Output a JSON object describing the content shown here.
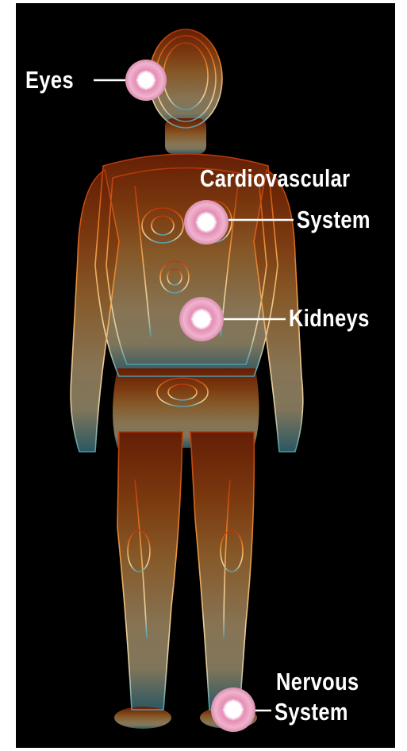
{
  "labels": {
    "eyes": "Eyes",
    "cardiovascular": "Cardiovascular",
    "system_1": "System",
    "kidneys": "Kidneys",
    "nervous": "Nervous",
    "system_2": "System"
  },
  "colors": {
    "background": "#000000",
    "body_top": "#c2410c",
    "body_mid": "#f59e42",
    "body_low": "#f2d49b",
    "body_feet": "#5aa7b8",
    "marker_ring": "#e9a6c4",
    "marker_core": "#ffffff",
    "text": "#ffffff"
  },
  "markers": [
    {
      "organ": "eyes",
      "icon": "starburst-marker-icon"
    },
    {
      "organ": "heart",
      "icon": "starburst-marker-icon"
    },
    {
      "organ": "kidneys",
      "icon": "starburst-marker-icon"
    },
    {
      "organ": "foot-nerves",
      "icon": "starburst-marker-icon"
    }
  ]
}
